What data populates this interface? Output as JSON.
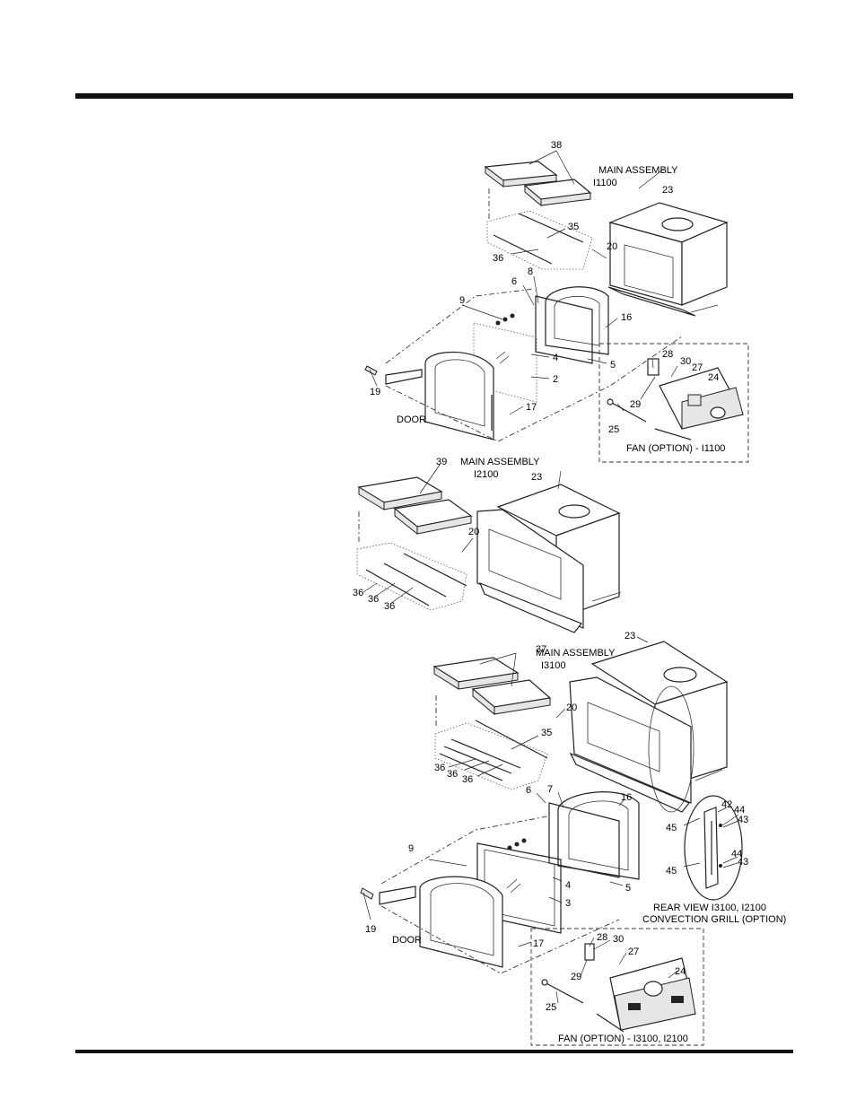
{
  "assemblies": [
    {
      "title_line1": "MAIN ASSEMBLY",
      "title_line2": "I1100",
      "door_label": "DOOR",
      "fan_label": "FAN (OPTION) - I1100"
    },
    {
      "title_line1": "MAIN ASSEMBLY",
      "title_line2": "I2100"
    },
    {
      "title_line1": "MAIN ASSEMBLY",
      "title_line2": "I3100",
      "door_label": "DOOR",
      "fan_label": "FAN (OPTION) - I3100, I2100",
      "rear_view_line1": "REAR VIEW I3100, I2100",
      "rear_view_line2": "CONVECTION GRILL (OPTION)"
    }
  ],
  "callouts": {
    "a1": [
      "38",
      "23",
      "35",
      "36",
      "20",
      "8",
      "6",
      "9",
      "16",
      "4",
      "2",
      "5",
      "19",
      "17",
      "28",
      "30",
      "27",
      "24",
      "29",
      "25"
    ],
    "a2": [
      "39",
      "23",
      "20",
      "36",
      "36",
      "36"
    ],
    "a3": [
      "23",
      "37",
      "20",
      "35",
      "36",
      "36",
      "36",
      "6",
      "7",
      "16",
      "42",
      "44",
      "43",
      "45",
      "44",
      "43",
      "45",
      "9",
      "4",
      "3",
      "5",
      "19",
      "17",
      "28",
      "30",
      "27",
      "24",
      "29",
      "25"
    ]
  }
}
